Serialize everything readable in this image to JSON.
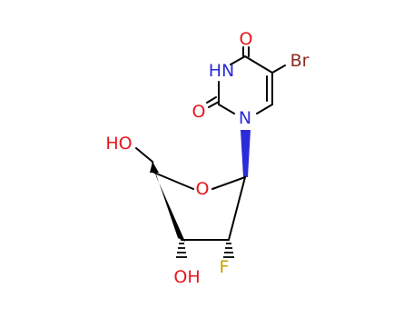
{
  "molecule": {
    "atoms": {
      "o_top": "O",
      "nh": "HN",
      "br": "Br",
      "o_left": "O",
      "n1": "N",
      "ho_5prime": "HO",
      "o_ring": "O",
      "oh_3prime": "OH",
      "f_2prime": "F"
    },
    "colors": {
      "oxygen": "#e8161c",
      "nitrogen": "#2b2bd9",
      "bromine": "#8b2a22",
      "fluorine": "#c6a100",
      "carbon": "#000000"
    }
  }
}
